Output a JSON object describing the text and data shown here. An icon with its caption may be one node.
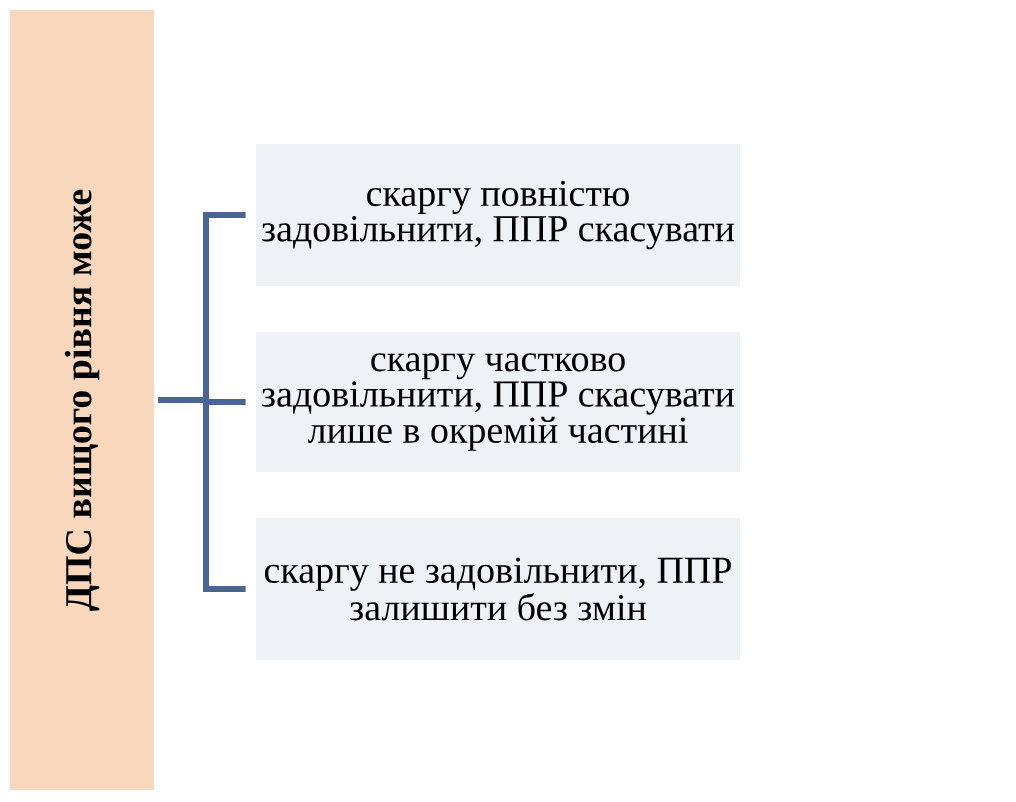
{
  "diagram": {
    "nodes": [
      {
        "text": [
          "ДПС вищого рівня може"
        ]
      },
      {
        "text": [
          "скаргу повністю задовільнити, ППР скасувати"
        ]
      },
      {
        "text": [
          "скаргу частково задовільнити, ППР скасувати лише в окремій частині"
        ]
      },
      {
        "text": [
          "скаргу не задовільнити, ППР залишити без змін"
        ]
      }
    ],
    "edges": [
      {
        "from": 0,
        "to": 1,
        "arrow": "none"
      },
      {
        "from": 0,
        "to": 2,
        "arrow": "none"
      },
      {
        "from": 0,
        "to": 3,
        "arrow": "none"
      }
    ]
  }
}
